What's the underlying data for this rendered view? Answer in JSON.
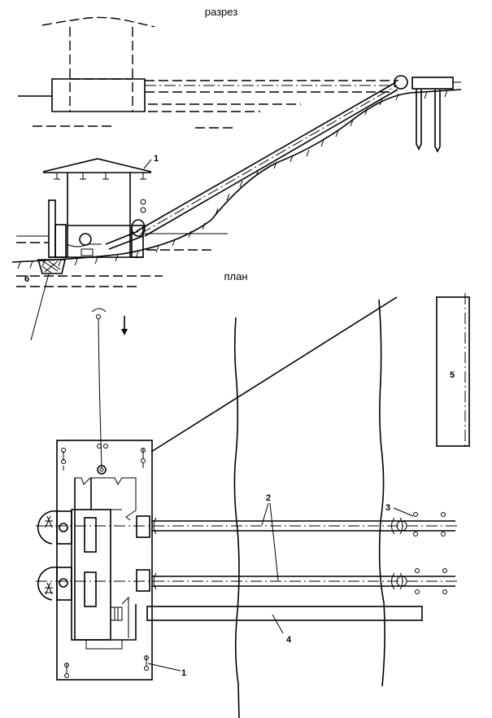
{
  "section_title": "разрез",
  "plan_title": "план",
  "callouts": {
    "pump_station_section": "1",
    "anchor": "6",
    "pump_station_plan": "1",
    "pipelines": "2",
    "joints": "3",
    "walkway": "4",
    "reservoir": "5"
  }
}
